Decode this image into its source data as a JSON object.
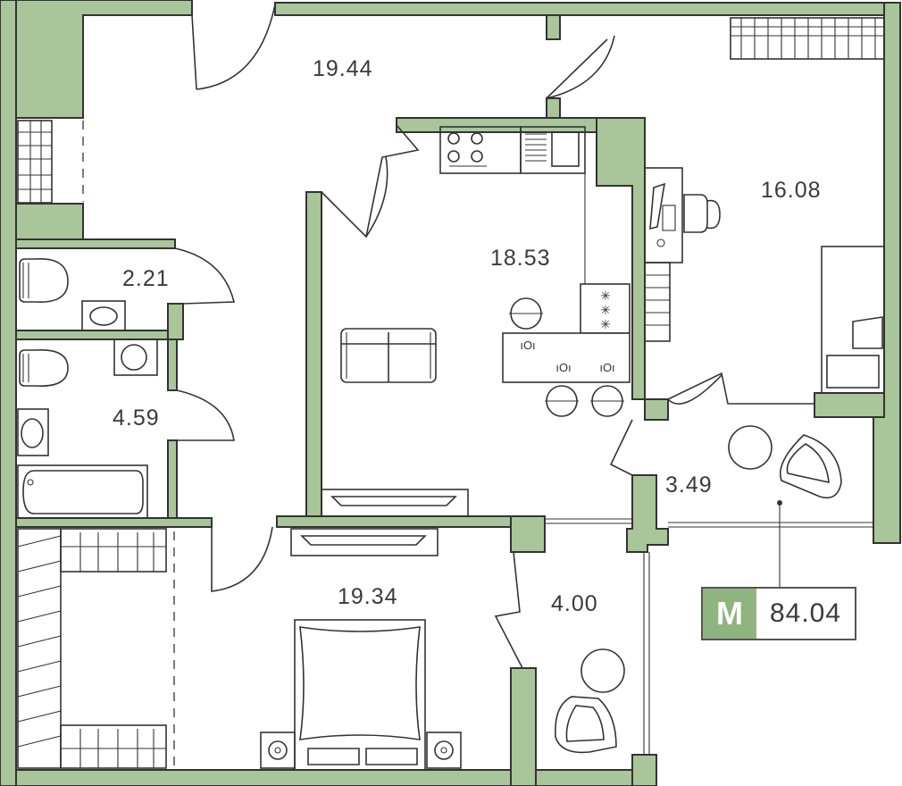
{
  "colors": {
    "wall_fill": "#a9c59a",
    "badge": "#8fb480",
    "line": "#333333",
    "line_soft": "#555555"
  },
  "rooms": {
    "hall": "19.44",
    "bedroom_right": "16.08",
    "kitchen_living": "18.53",
    "wc": "2.21",
    "bathroom": "4.59",
    "balcony_right": "3.49",
    "bedroom_main": "19.34",
    "balcony_small": "4.00"
  },
  "badge": {
    "letter": "M",
    "total": "84.04"
  },
  "icons": [
    "door-swing-icon",
    "toilet-icon",
    "sink-icon",
    "washer-icon",
    "bathtub-icon",
    "stove-icon",
    "kitchen-sink-icon",
    "cooker-hood-icon",
    "sofa-icon",
    "chair-icon",
    "dining-table-icon",
    "desk-icon",
    "bed-icon",
    "double-bed-icon",
    "nightstand-icon",
    "armchair-icon",
    "round-table-icon",
    "wardrobe-icon",
    "radiator-icon",
    "tv-stand-icon"
  ]
}
